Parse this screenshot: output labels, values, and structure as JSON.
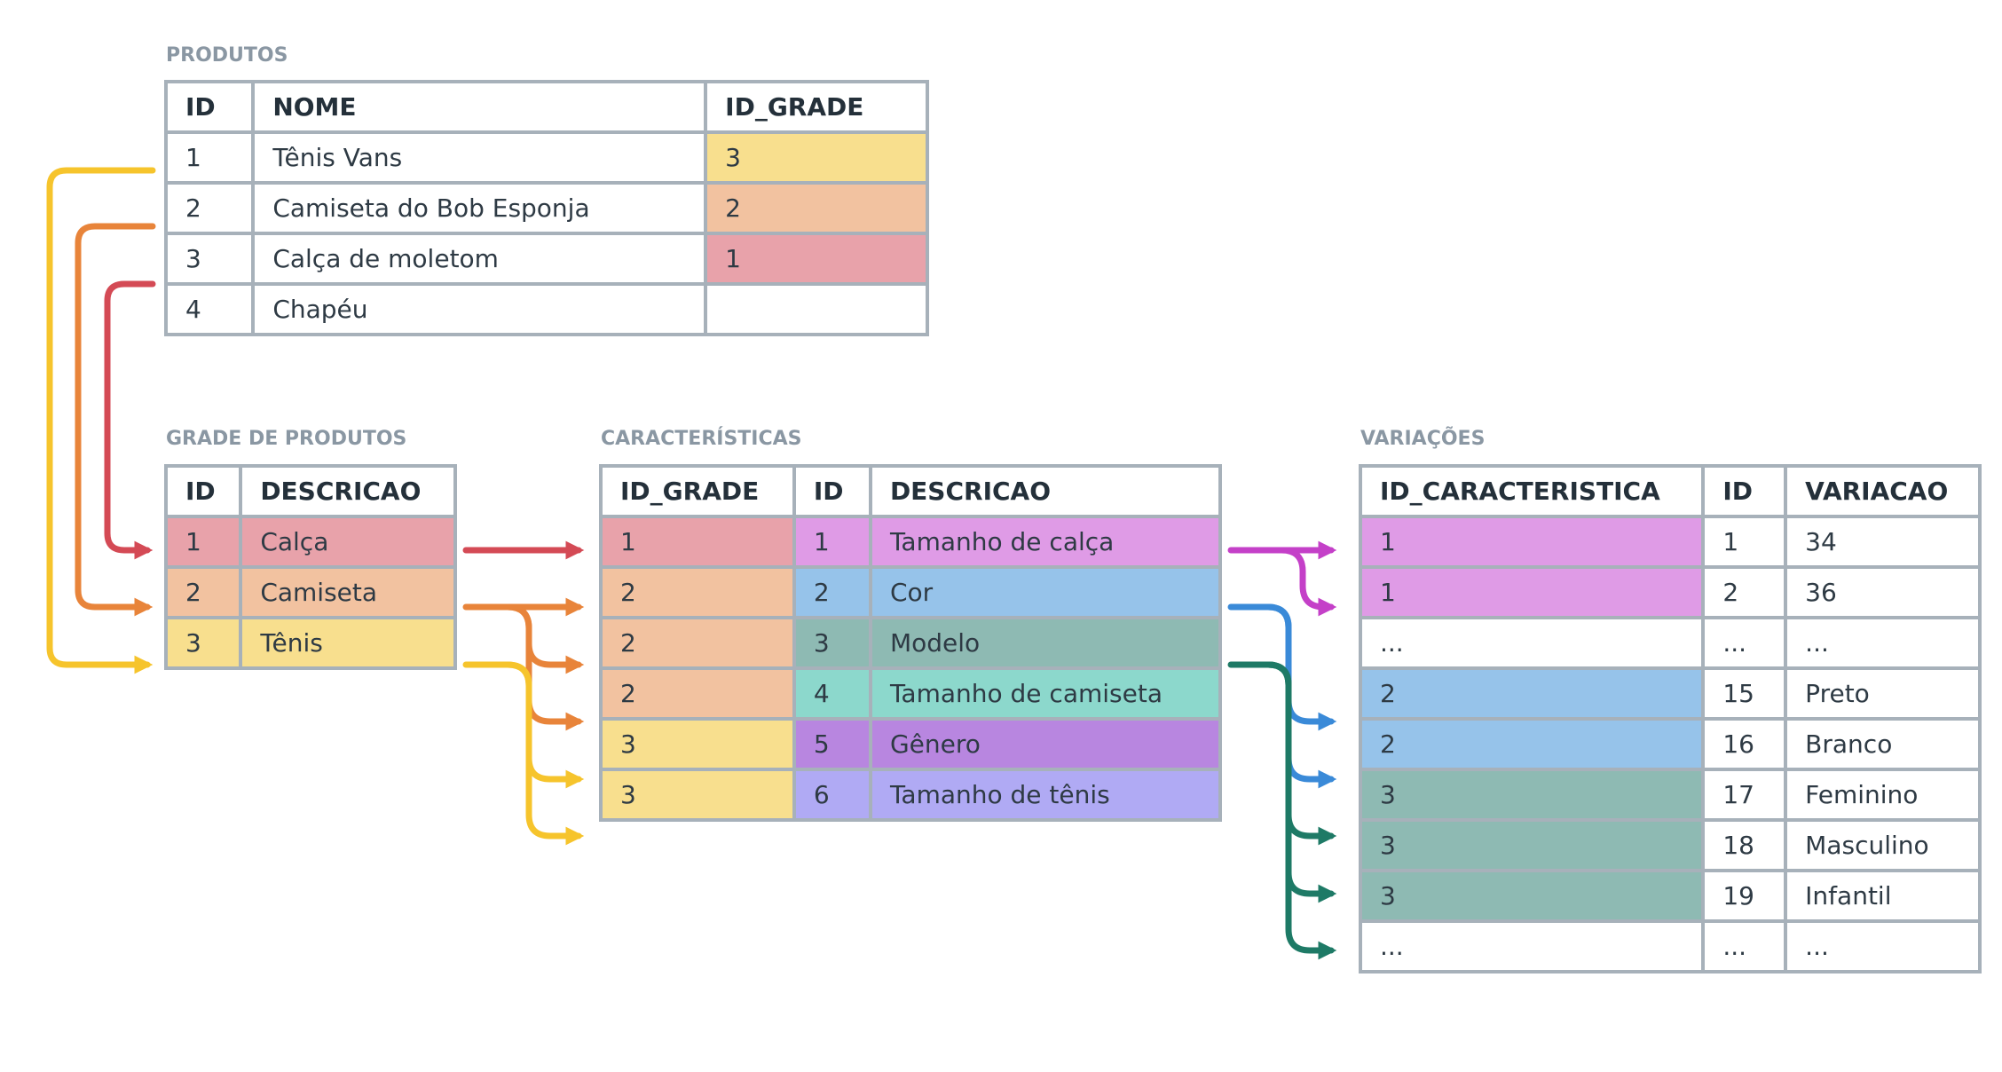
{
  "colors": {
    "red": "#d44a55",
    "orange": "#e8843a",
    "yellow": "#f6c42c",
    "magenta": "#c440c8",
    "blue": "#3a8ad8",
    "green": "#1e7a66"
  },
  "produtos": {
    "title": "PRODUTOS",
    "headers": [
      "ID",
      "NOME",
      "ID_GRADE"
    ],
    "rows": [
      [
        "1",
        "Tênis Vans",
        "3"
      ],
      [
        "2",
        "Camiseta do Bob Esponja",
        "2"
      ],
      [
        "3",
        "Calça de moletom",
        "1"
      ],
      [
        "4",
        "Chapéu",
        ""
      ]
    ]
  },
  "grade": {
    "title": "GRADE DE PRODUTOS",
    "headers": [
      "ID",
      "DESCRICAO"
    ],
    "rows": [
      [
        "1",
        "Calça"
      ],
      [
        "2",
        "Camiseta"
      ],
      [
        "3",
        "Tênis"
      ]
    ]
  },
  "caracteristicas": {
    "title": "CARACTERÍSTICAS",
    "headers": [
      "ID_GRADE",
      "ID",
      "DESCRICAO"
    ],
    "rows": [
      [
        "1",
        "1",
        "Tamanho de calça"
      ],
      [
        "2",
        "2",
        "Cor"
      ],
      [
        "2",
        "3",
        "Modelo"
      ],
      [
        "2",
        "4",
        "Tamanho de camiseta"
      ],
      [
        "3",
        "5",
        "Gênero"
      ],
      [
        "3",
        "6",
        "Tamanho de tênis"
      ]
    ]
  },
  "variacoes": {
    "title": "VARIAÇÕES",
    "headers": [
      "ID_CARACTERISTICA",
      "ID",
      "VARIACAO"
    ],
    "rows": [
      [
        "1",
        "1",
        "34"
      ],
      [
        "1",
        "2",
        "36"
      ],
      [
        "...",
        "...",
        "..."
      ],
      [
        "2",
        "15",
        "Preto"
      ],
      [
        "2",
        "16",
        "Branco"
      ],
      [
        "3",
        "17",
        "Feminino"
      ],
      [
        "3",
        "18",
        "Masculino"
      ],
      [
        "3",
        "19",
        "Infantil"
      ],
      [
        "...",
        "...",
        "..."
      ]
    ]
  }
}
